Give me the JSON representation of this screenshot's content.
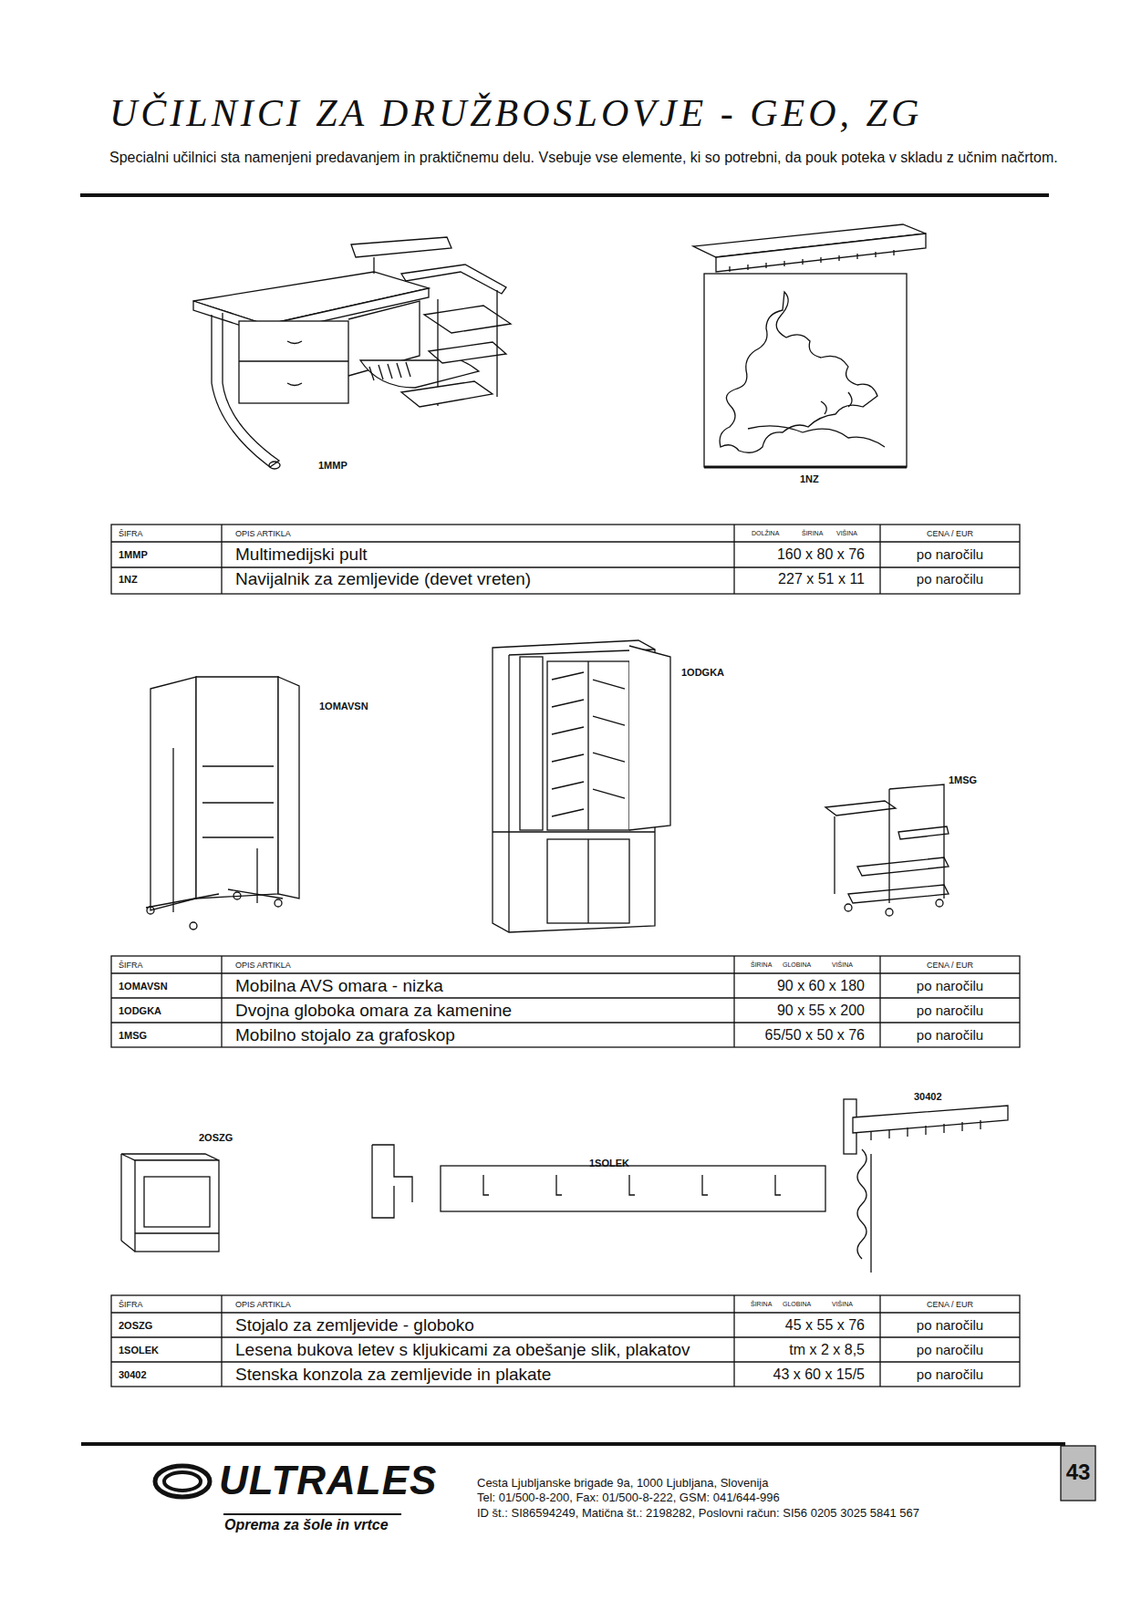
{
  "diagram": {
    "title": "UČILNICI ZA DRUŽBOSLOVJE - GEO, ZG",
    "labels": [
      "Specialni učilnici sta namenjeni predavanjem in praktičnemu delu. Vsebuje vse elemente, ki so potrebni, da pouk poteka v skladu z učnim načrtom.",
      "1MMP",
      "1NZ",
      "ŠIFRA",
      "OPIS ARTIKLA",
      "DOLŽINA",
      "ŠIRINA",
      "VIŠINA",
      "CENA / EUR",
      "1MMP",
      "Multimedijski pult",
      "160 x 80 x 76",
      "po naročilu",
      "1NZ",
      "Navijalnik za zemljevide (devet vreten)",
      "227 x 51 x 11",
      "po naročilu",
      "1OMAVSN",
      "1ODGKA",
      "1MSG",
      "ŠIFRA",
      "OPIS ARTIKLA",
      "ŠIRINA",
      "GLOBINA",
      "VIŠINA",
      "CENA / EUR",
      "1OMAVSN",
      "Mobilna AVS omara - nizka",
      "90 x 60 x 180",
      "po naročilu",
      "1ODGKA",
      "Dvojna globoka omara za kamenine",
      "90 x 55 x 200",
      "po naročilu",
      "1MSG",
      "Mobilno stojalo za grafoskop",
      "65/50 x 50 x 76",
      "po naročilu",
      "2OSZG",
      "1SOLEK",
      "30402",
      "ŠIFRA",
      "OPIS ARTIKLA",
      "ŠIRINA",
      "GLOBINA",
      "VIŠINA",
      "CENA / EUR",
      "2OSZG",
      "Stojalo za zemljevide - globoko",
      "45 x 55 x 76",
      "po naročilu",
      "1SOLEK",
      "Lesena bukova letev s kljukicami za obešanje slik, plakatov",
      "tm x 2 x 8,5",
      "po naročilu",
      "30402",
      "Stenska konzola za zemljevide in plakate",
      "43 x 60 x 15/5",
      "po naročilu",
      "ULTRALES",
      "Oprema za šole in vrtce",
      "Cesta Ljubljanske brigade 9a, 1000 Ljubljana, Slovenija",
      "Tel: 01/500-8-200, Fax: 01/500-8-222, GSM: 041/644-996",
      "ID št.: SI86594249, Matična št.: 2198282, Poslovni račun: SI56 0205 3025 5841 567",
      "43"
    ]
  }
}
